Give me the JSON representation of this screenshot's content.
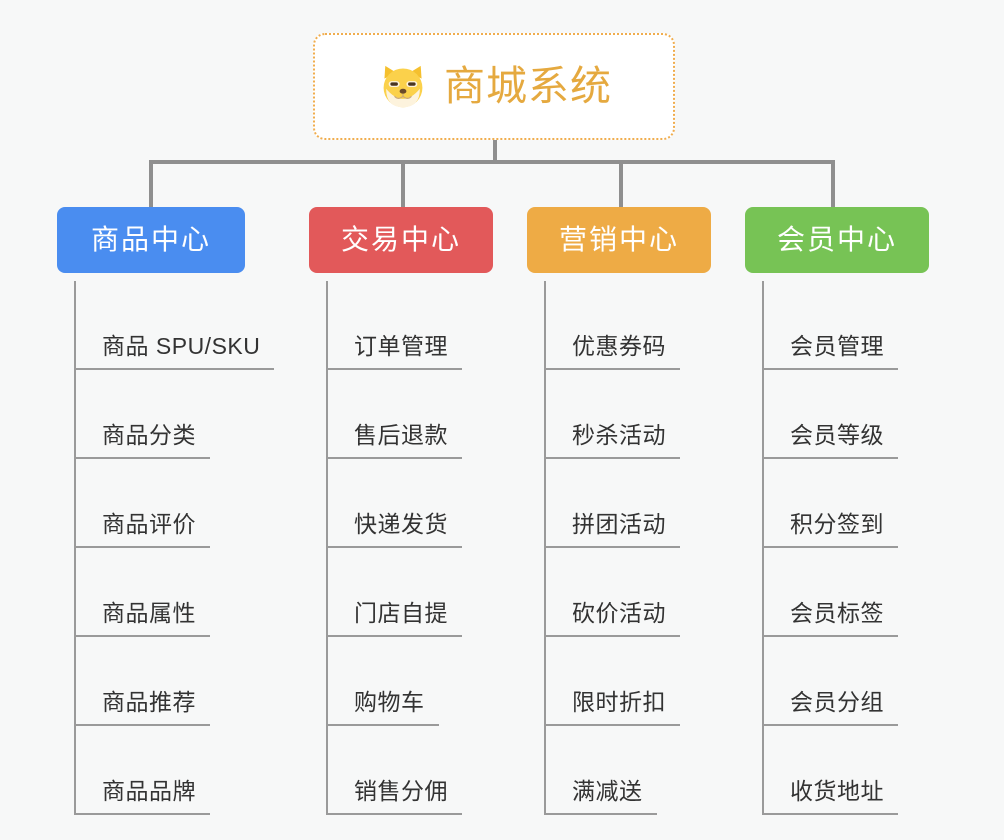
{
  "background_color": "#f7f8f8",
  "root": {
    "title": "商城系统",
    "logo_icon": "shiba-dog-icon",
    "title_color": "#e5a93f",
    "border_color": "#f0ad4e",
    "fill_color": "#ffffff"
  },
  "connector_color": "#8f8f8f",
  "branches": [
    {
      "id": "product-center",
      "label": "商品中心",
      "color": "#4a8df0",
      "items": [
        "商品 SPU/SKU",
        "商品分类",
        "商品评价",
        "商品属性",
        "商品推荐",
        "商品品牌"
      ]
    },
    {
      "id": "trade-center",
      "label": "交易中心",
      "color": "#e2595a",
      "items": [
        "订单管理",
        "售后退款",
        "快递发货",
        "门店自提",
        "购物车",
        "销售分佣"
      ]
    },
    {
      "id": "marketing-center",
      "label": "营销中心",
      "color": "#eeab45",
      "items": [
        "优惠券码",
        "秒杀活动",
        "拼团活动",
        "砍价活动",
        "限时折扣",
        "满减送"
      ]
    },
    {
      "id": "member-center",
      "label": "会员中心",
      "color": "#77c355",
      "items": [
        "会员管理",
        "会员等级",
        "积分签到",
        "会员标签",
        "会员分组",
        "收货地址"
      ]
    }
  ]
}
